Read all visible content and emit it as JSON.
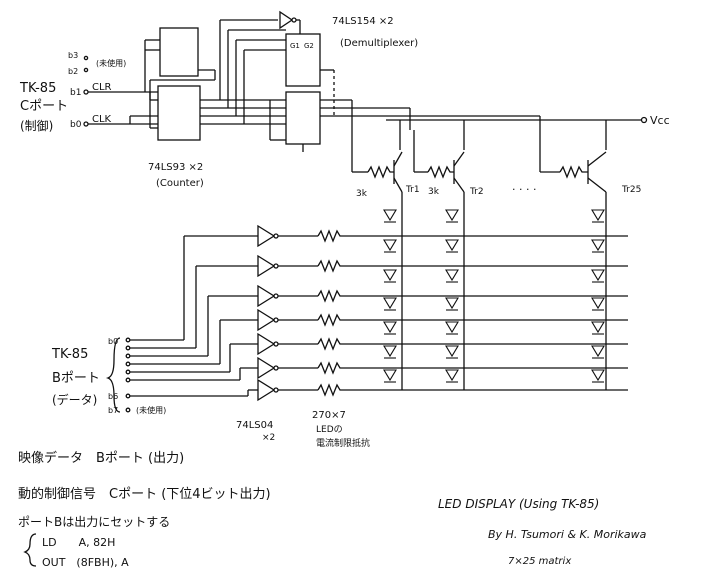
{
  "labels": {
    "tk85_c": "TK-85",
    "cport": "Cポート",
    "control": "(制御)",
    "b0": "b0",
    "b1": "b1",
    "b2": "b2",
    "b3": "b3",
    "unused": "(未使用)",
    "clr": "CLR",
    "clk": "CLK",
    "chip_74ls93": "74LS93 ×2",
    "counter": "(Counter)",
    "chip_74ls154": "74LS154 ×2",
    "demux": "(Demultiplexer)",
    "vcc": "Vcc",
    "r3k_1": "3k",
    "r3k_2": "3k",
    "tr1": "Tr1",
    "tr2": "Tr2",
    "tr25": "Tr25",
    "dots": ". . . .",
    "tk85_b": "TK-85",
    "bport": "Bポート",
    "data": "(データ)",
    "bb0": "b0",
    "bb6": "b6",
    "bb7": "b7",
    "unused2": "(未使用)",
    "chip_74ls04": "74LS04",
    "x2": "×2",
    "r270": "270×7",
    "ledn": "LEDの",
    "current_limit": "電流制限抵抗",
    "g1": "G1",
    "g2": "G2",
    "note1": "映像データ　Bポート (出力)",
    "note2": "動的制御信号　Cポート (下位4ビット出力)",
    "note3": "ポートBは出力にセットする",
    "code1": "LD　　A, 82H",
    "code2": "OUT　(8FBH), A",
    "title": "LED DISPLAY (Using TK-85)",
    "authors": "By H. Tsumori & K. Morikawa",
    "matrix": "7×25 matrix"
  }
}
